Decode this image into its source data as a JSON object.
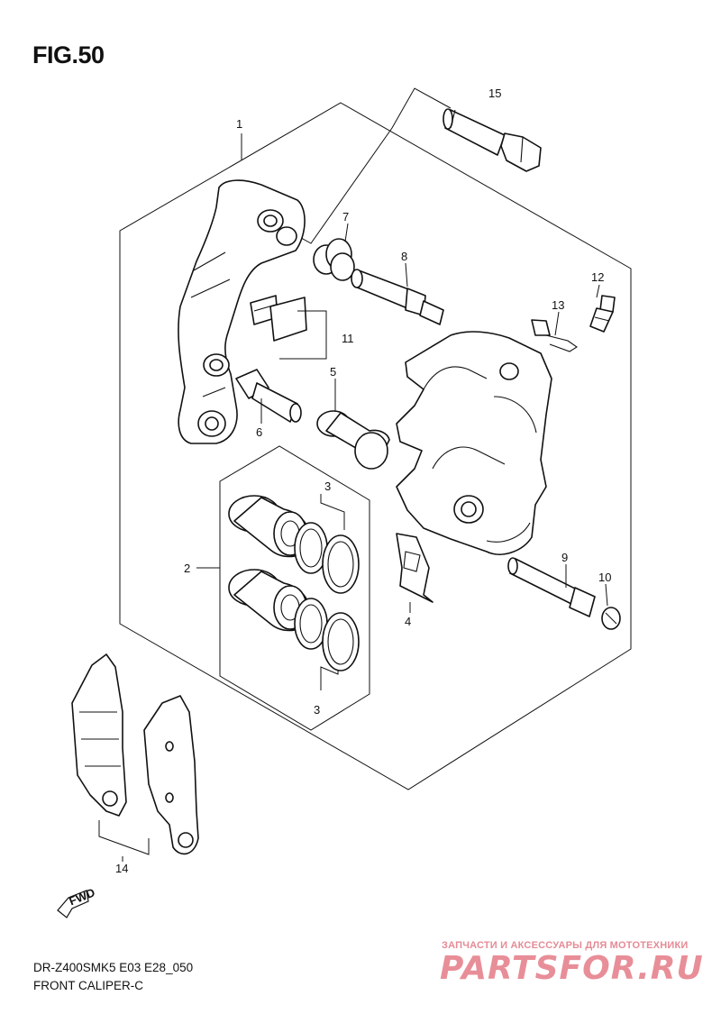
{
  "figure": {
    "title": "FIG.50"
  },
  "footer": {
    "model_code": "DR-Z400SMK5 E03 E28_050",
    "caption": "FRONT CALIPER-C"
  },
  "fwd_badge": {
    "text": "FWD"
  },
  "watermark": {
    "tagline": "ЗАПЧАСТИ И АКСЕССУАРЫ ДЛЯ МОТОТЕХНИКИ",
    "logo": "PARTSFOR.RU"
  },
  "callouts": [
    {
      "number": "1",
      "part": "caliper-bracket-assembly"
    },
    {
      "number": "2",
      "part": "piston-set"
    },
    {
      "number": "3",
      "part": "piston-seal-set"
    },
    {
      "number": "3",
      "part": "piston-seal-set"
    },
    {
      "number": "4",
      "part": "pad-spring"
    },
    {
      "number": "5",
      "part": "slide-pin-boot"
    },
    {
      "number": "6",
      "part": "slide-pin"
    },
    {
      "number": "7",
      "part": "boot"
    },
    {
      "number": "8",
      "part": "bracket-pin"
    },
    {
      "number": "9",
      "part": "pad-mounting-pin"
    },
    {
      "number": "10",
      "part": "pin-plug"
    },
    {
      "number": "11",
      "part": "pad-clip-set"
    },
    {
      "number": "12",
      "part": "bleeder-valve"
    },
    {
      "number": "13",
      "part": "bleeder-cap"
    },
    {
      "number": "14",
      "part": "brake-pad-set"
    },
    {
      "number": "15",
      "part": "mounting-bolt"
    }
  ],
  "colors": {
    "line": "#111111",
    "watermark": "#e88e98"
  }
}
